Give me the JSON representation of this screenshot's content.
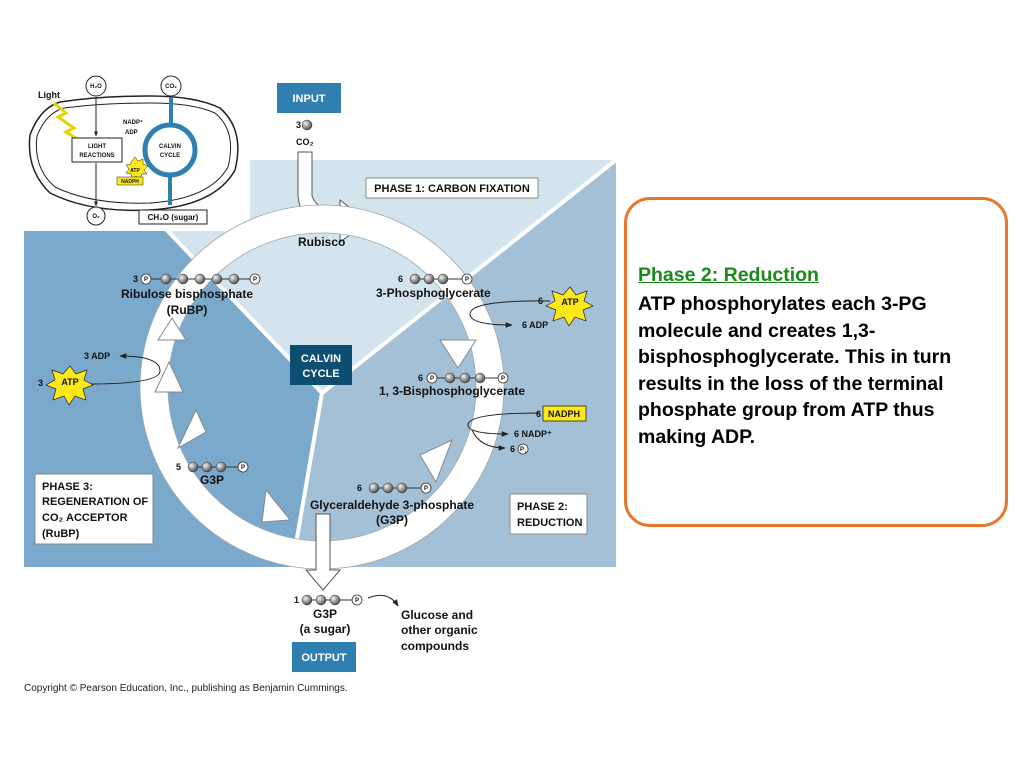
{
  "chloroplast": {
    "light": "Light",
    "h2o": "H₂O",
    "co2": "CO₂",
    "o2": "O₂",
    "light_reactions_1": "LIGHT",
    "light_reactions_2": "REACTIONS",
    "calvin_1": "CALVIN",
    "calvin_2": "CYCLE",
    "nadp": "NADP⁺",
    "adp": "ADP",
    "atp": "ATP",
    "nadph": "NADPH",
    "sugar": "CH₂O (sugar)"
  },
  "input": {
    "label": "INPUT",
    "count": "3",
    "molecule": "CO₂"
  },
  "center": {
    "line1": "CALVIN",
    "line2": "CYCLE"
  },
  "phase1": "PHASE 1: CARBON FIXATION",
  "phase2": {
    "line1": "PHASE 2:",
    "line2": "REDUCTION"
  },
  "phase3": {
    "line1": "PHASE 3:",
    "line2": "REGENERATION OF",
    "line3": "CO₂ ACCEPTOR",
    "line4": "(RuBP)"
  },
  "cycle": {
    "rubisco": "Rubisco",
    "pg3_count": "6",
    "pg3": "3-Phosphoglycerate",
    "atp_in_count": "6",
    "atp": "ATP",
    "adp_out": "6 ADP",
    "bpg_count": "6",
    "bpg": "1, 3-Bisphosphoglycerate",
    "nadph_count": "6",
    "nadph": "NADPH",
    "nadp_out": "6 NADP⁺",
    "pi_count": "6",
    "pi": "P",
    "pi_sub": "i",
    "g3p_count": "6",
    "g3p_name": "Glyceraldehyde 3-phosphate",
    "g3p_abbr": "(G3P)",
    "g3p5_count": "5",
    "g3p5": "G3P",
    "adp3": "3 ADP",
    "atp3_count": "3",
    "rubp_count": "3",
    "rubp_name": "Ribulose bisphosphate",
    "rubp_abbr": "(RuBP)",
    "phosphate": "P"
  },
  "output": {
    "count": "1",
    "name": "G3P",
    "sub": "(a sugar)",
    "label": "OUTPUT",
    "product_1": "Glucose and",
    "product_2": "other organic",
    "product_3": "compounds"
  },
  "info": {
    "title": "Phase 2: Reduction",
    "body": "ATP phosphorylates each 3-PG molecule and creates 1,3-bisphosphoglycerate.  This in turn results in the loss of the terminal phosphate group from ATP thus making ADP."
  },
  "copyright": "Copyright © Pearson Education, Inc., publishing as Benjamin Cummings.",
  "colors": {
    "phase3_bg": "#7aa9cc",
    "phase2_bg": "#a4c0d6",
    "phase1_bg": "#d3e4ee",
    "box_blue": "#2f7fb0",
    "box_dark": "#0f4e73",
    "atp_yellow": "#ffe817",
    "info_border": "#e8762c",
    "info_title": "#1a8a1a"
  }
}
